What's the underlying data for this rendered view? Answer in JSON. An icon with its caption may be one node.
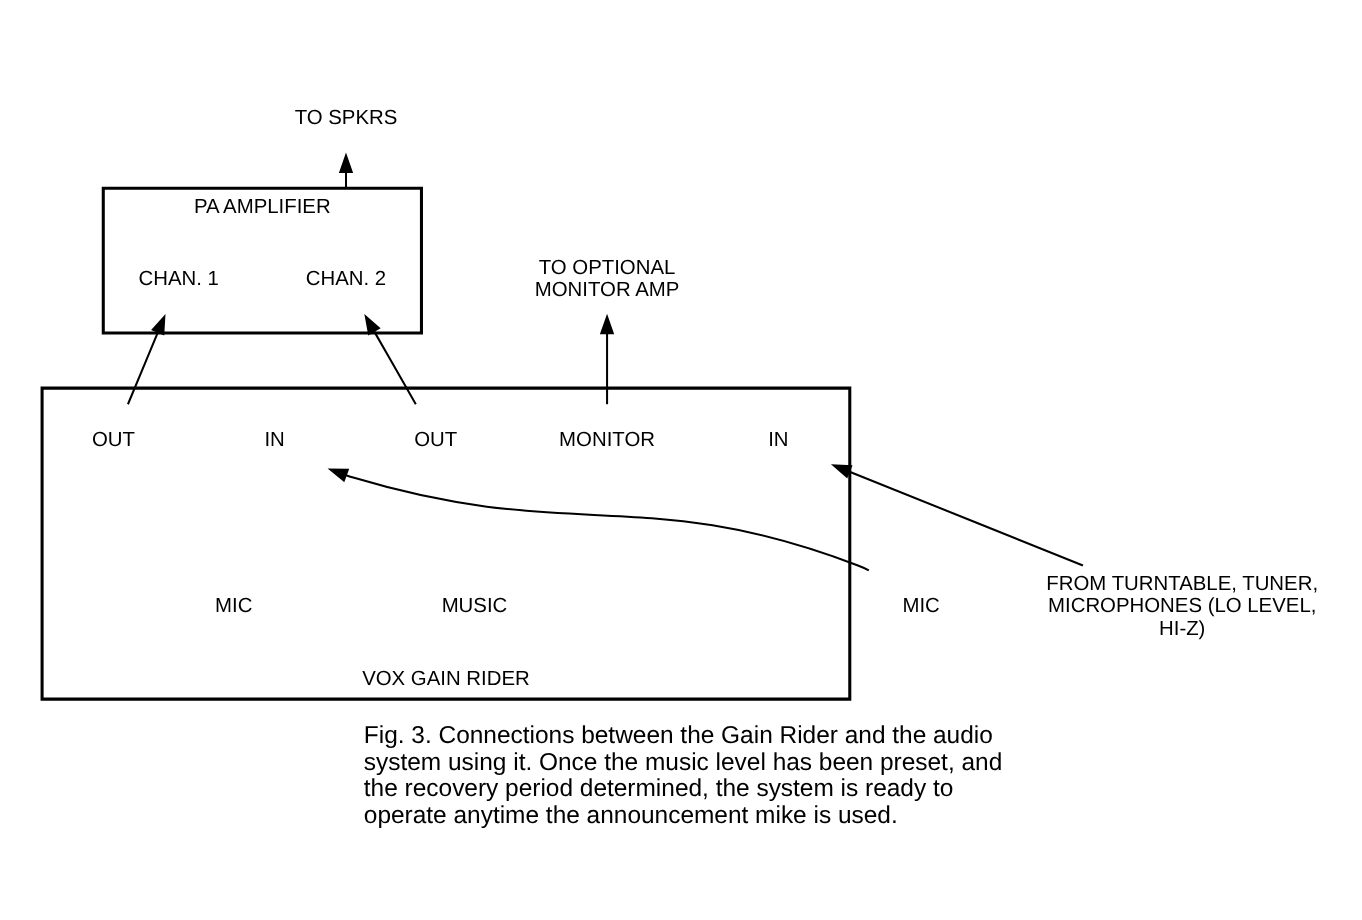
{
  "diagram": {
    "caption": "Fig. 3. Connections between the Gain Rider and the audio system using it. Once the music level has been preset, and the recovery period determined, the system is ready to operate anytime the announcement mike is used.",
    "nodes": [
      {
        "text": [
          "PA AMPLIFIER"
        ]
      },
      {
        "text": [
          "CHAN. 1"
        ],
        "in": 0
      },
      {
        "text": [
          "CHAN. 2"
        ],
        "in": 0
      },
      {
        "text": [
          "TO SPKRS"
        ]
      },
      {
        "text": [
          "MIC"
        ]
      },
      {
        "text": [
          "TO OPTIONAL MONITOR AMP"
        ]
      },
      {
        "text": [
          "FROM TURNTABLE, TUNER, MICROPHONES (LO LEVEL, HI-Z)"
        ]
      },
      {
        "text": [
          "VOX GAIN RIDER"
        ]
      },
      {
        "text": [
          "IN"
        ],
        "in": 7
      },
      {
        "text": [
          "OUT"
        ],
        "in": 7
      },
      {
        "text": [
          "MONITOR"
        ],
        "in": 7
      },
      {
        "text": [
          "OUT"
        ],
        "in": 7
      },
      {
        "text": [
          "IN"
        ],
        "in": 7
      }
    ],
    "edges": [
      {
        "from": 0,
        "to": 3,
        "arrow": "to"
      },
      {
        "from": 4,
        "to": 8,
        "arrow": "to"
      },
      {
        "from": 9,
        "to": 1,
        "arrow": "to"
      },
      {
        "from": 10,
        "to": 5,
        "arrow": "to"
      },
      {
        "from": 11,
        "to": 2,
        "arrow": "to"
      },
      {
        "from": 6,
        "to": 12,
        "arrow": "to"
      }
    ],
    "labels": [
      "MIC",
      "MUSIC"
    ]
  }
}
